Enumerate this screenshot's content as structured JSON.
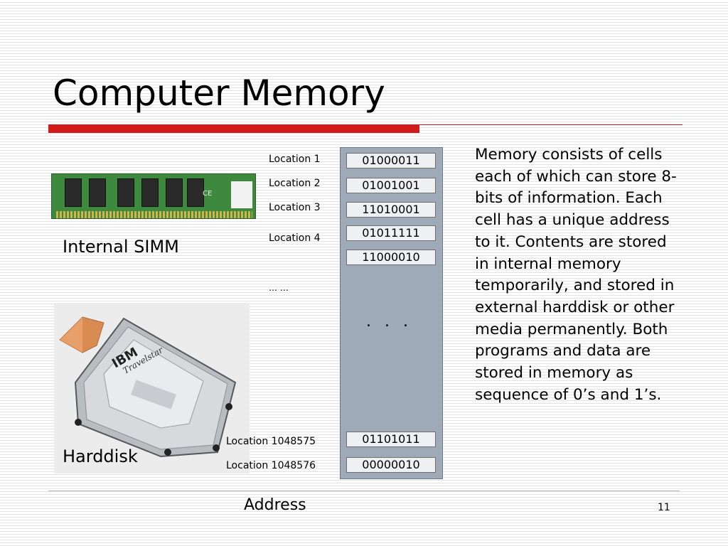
{
  "slide": {
    "title": "Computer Memory",
    "page_number": "11"
  },
  "images": {
    "simm_caption": "Internal SIMM",
    "harddisk_caption": "Harddisk",
    "harddisk_brand": "IBM",
    "harddisk_model": "Travelstar"
  },
  "memory": {
    "cells": [
      {
        "location": "Location 1",
        "value": "01000011"
      },
      {
        "location": "Location 2",
        "value": "01001001"
      },
      {
        "location": "Location 3",
        "value": "11010001"
      },
      {
        "location": "Location 4",
        "value": "01011111"
      },
      {
        "value": "11000010"
      },
      {
        "location": "Location 1048575",
        "value": "01101011"
      },
      {
        "location": "Location 1048576",
        "value": "00000010"
      }
    ],
    "ellipsis_label": "… …",
    "column_dots": ". . .",
    "axis_label": "Address"
  },
  "description": "Memory consists of cells each of which can store 8-bits of information.  Each cell has a unique address to it.  Contents are stored in internal memory temporarily, and stored in external harddisk or other media permanently. Both programs and data are stored in memory as sequence of 0’s and 1’s."
}
